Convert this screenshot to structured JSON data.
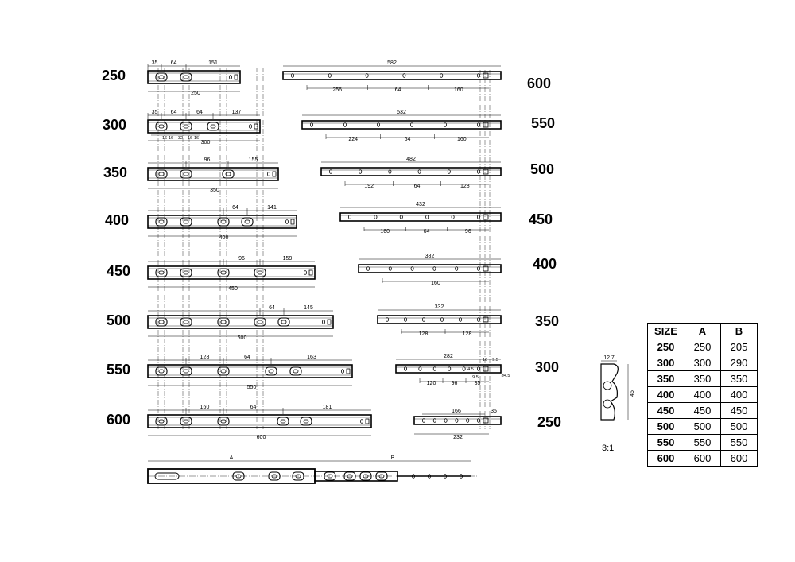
{
  "left_sizes": [
    "250",
    "300",
    "350",
    "400",
    "450",
    "500",
    "550",
    "600"
  ],
  "right_sizes": [
    "600",
    "550",
    "500",
    "450",
    "400",
    "350",
    "300",
    "250"
  ],
  "left_rails": [
    {
      "total": "250",
      "dims": [
        "35",
        "64",
        "151"
      ]
    },
    {
      "total": "300",
      "dims": [
        "35",
        "64",
        "64",
        "137"
      ],
      "sub": [
        "16",
        "16",
        "32",
        "16",
        "16"
      ]
    },
    {
      "total": "350",
      "dims": [
        "96",
        "155"
      ]
    },
    {
      "total": "400",
      "dims": [
        "64",
        "141"
      ]
    },
    {
      "total": "450",
      "dims": [
        "96",
        "159"
      ]
    },
    {
      "total": "500",
      "dims": [
        "64",
        "145"
      ]
    },
    {
      "total": "550",
      "dims": [
        "128",
        "64",
        "163"
      ]
    },
    {
      "total": "600",
      "dims": [
        "160",
        "64",
        "181"
      ]
    }
  ],
  "right_rails": [
    {
      "top": "582",
      "dims": [
        "256",
        "64",
        "160"
      ]
    },
    {
      "top": "532",
      "dims": [
        "224",
        "64",
        "160"
      ]
    },
    {
      "top": "482",
      "dims": [
        "192",
        "64",
        "128"
      ]
    },
    {
      "top": "432",
      "dims": [
        "160",
        "64",
        "96"
      ]
    },
    {
      "top": "382",
      "dims": [
        "160"
      ]
    },
    {
      "top": "332",
      "dims": [
        "128",
        "128"
      ]
    },
    {
      "top": "282",
      "dims": [
        "120",
        "96",
        "35"
      ],
      "extra": [
        "16",
        "9.5",
        "4.5",
        "9.5",
        "ø4.5"
      ]
    },
    {
      "top": "",
      "dims": [
        "166",
        "35",
        "232"
      ]
    }
  ],
  "assembly": {
    "a": "A",
    "b": "B"
  },
  "section": {
    "w": "12.7",
    "h": "45",
    "scale": "3:1"
  },
  "table": {
    "headers": [
      "SIZE",
      "A",
      "B"
    ],
    "rows": [
      [
        "250",
        "250",
        "205"
      ],
      [
        "300",
        "300",
        "290"
      ],
      [
        "350",
        "350",
        "350"
      ],
      [
        "400",
        "400",
        "400"
      ],
      [
        "450",
        "450",
        "450"
      ],
      [
        "500",
        "500",
        "500"
      ],
      [
        "550",
        "550",
        "550"
      ],
      [
        "600",
        "600",
        "600"
      ]
    ]
  }
}
